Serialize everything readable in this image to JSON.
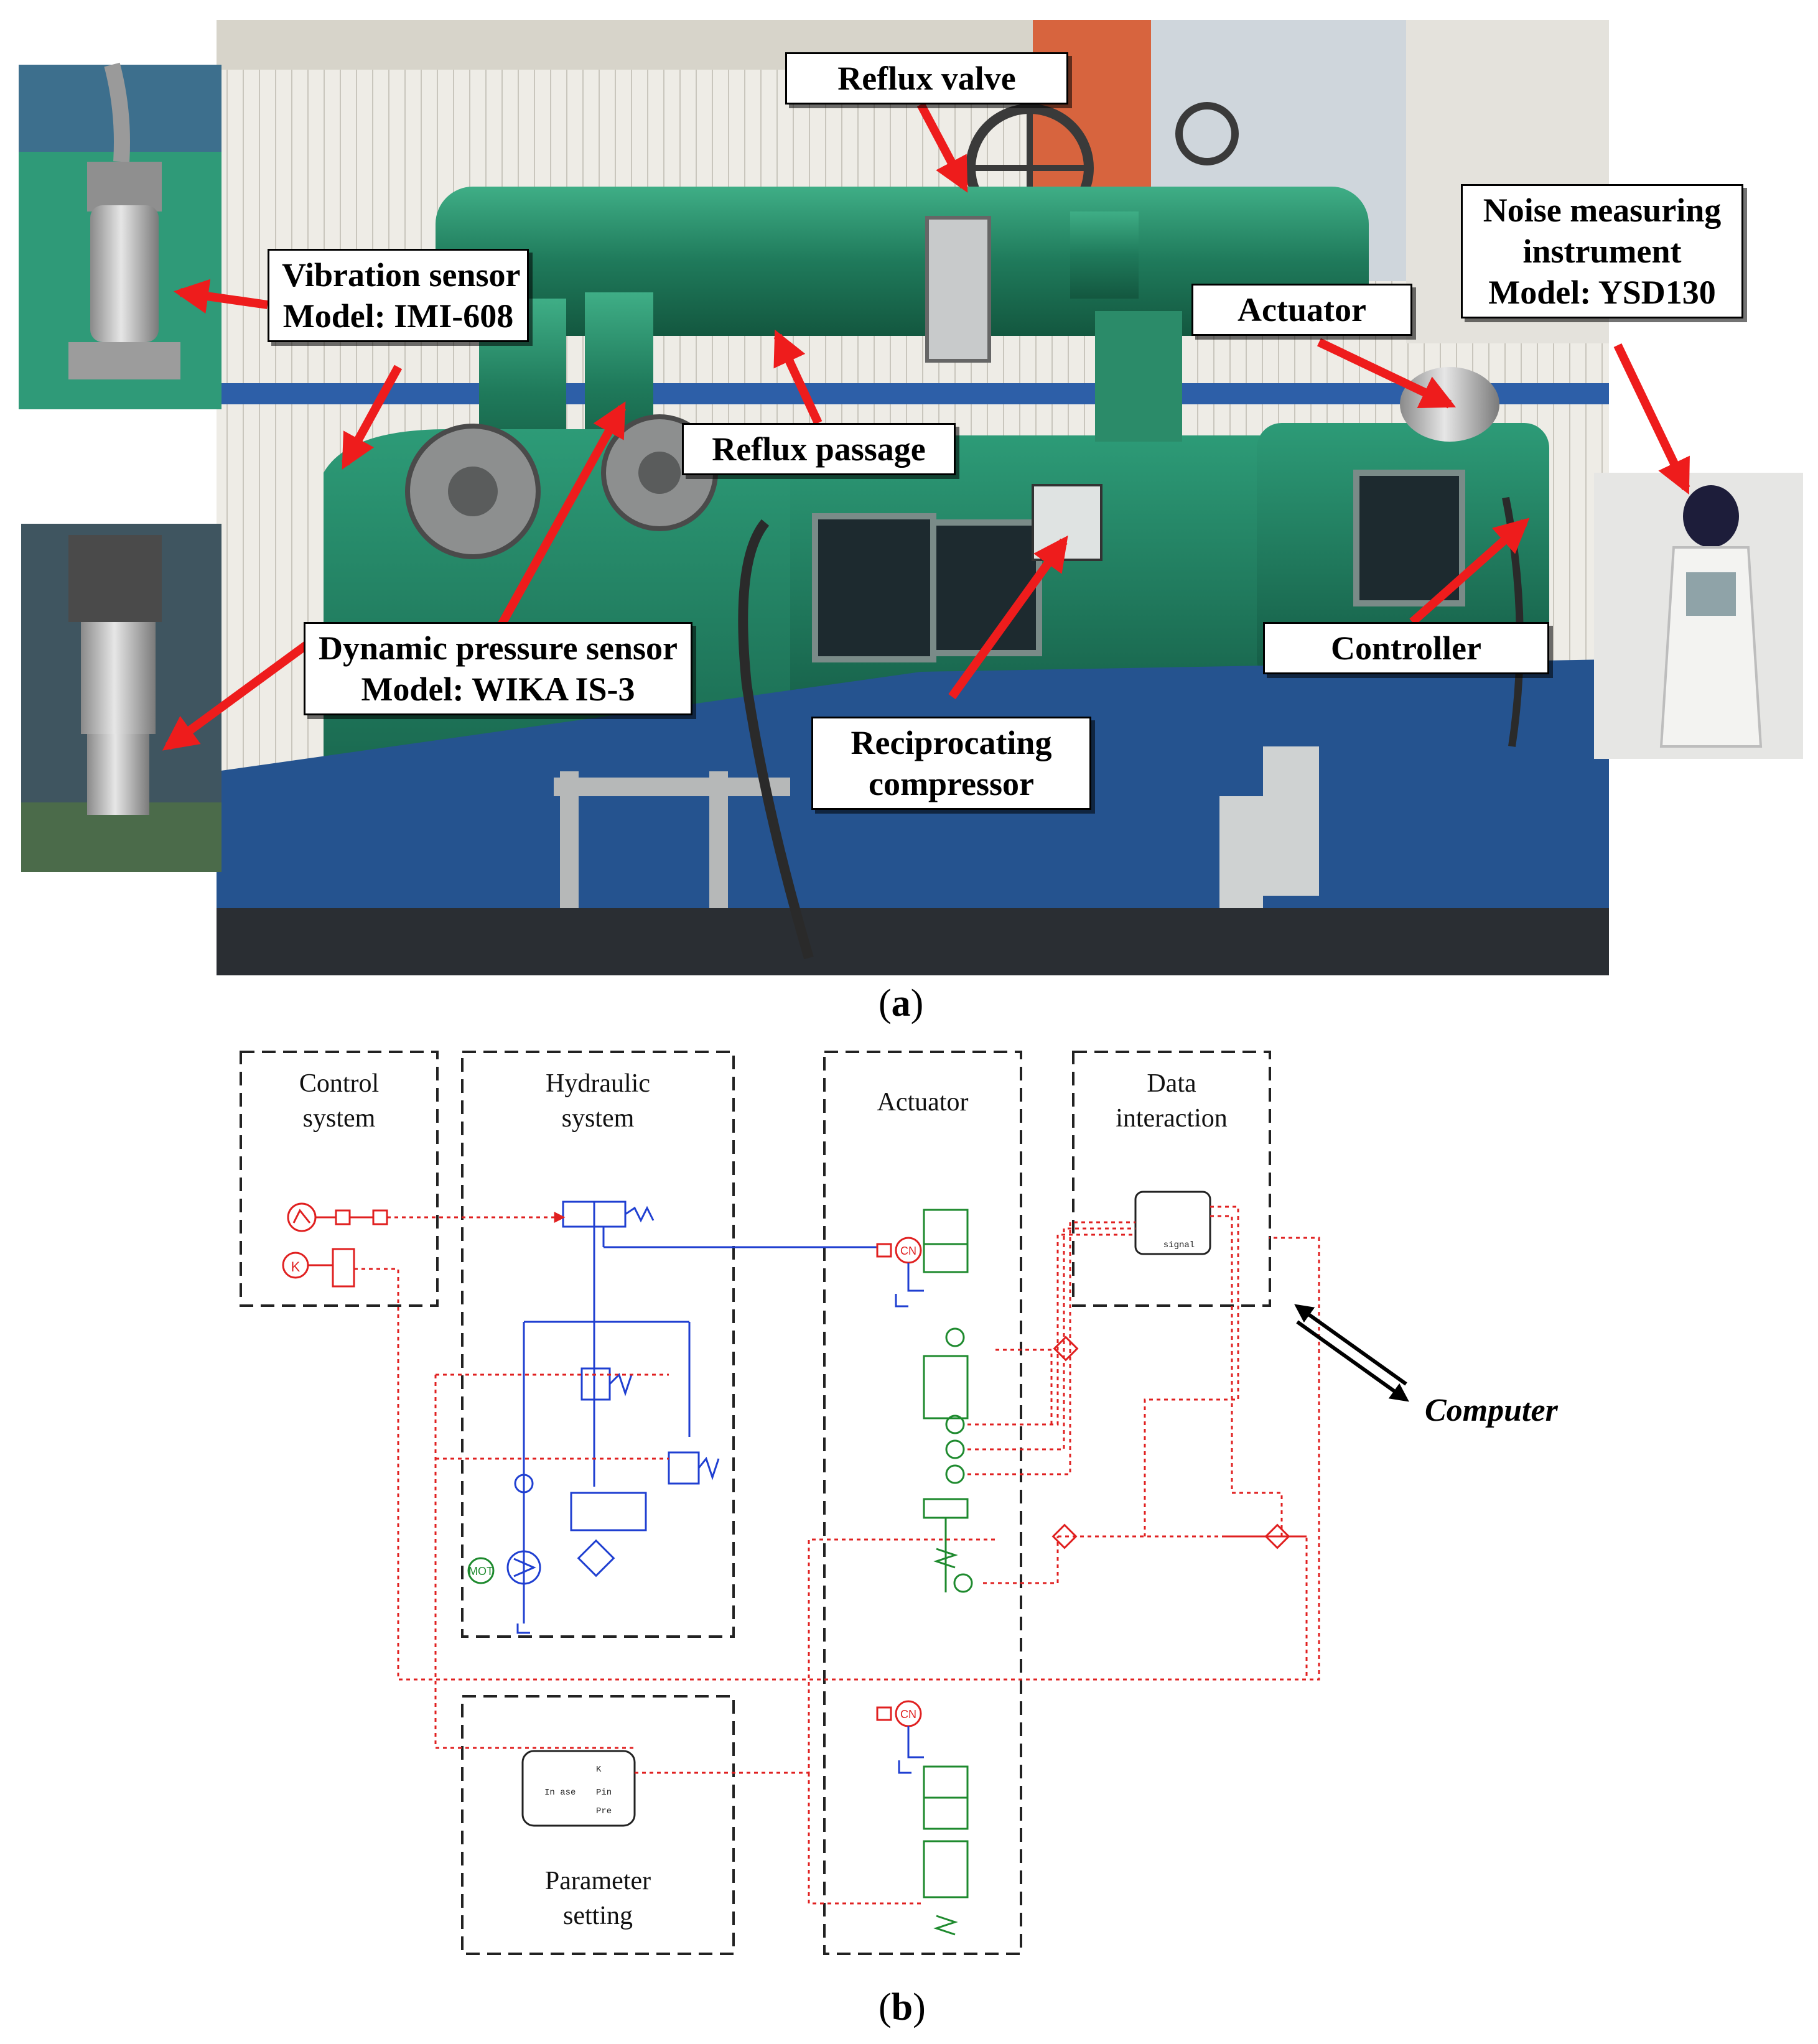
{
  "callouts": {
    "reflux_valve": "Reflux valve",
    "vibration_sensor": [
      "Vibration sensor",
      "Model: IMI-608"
    ],
    "reflux_passage": "Reflux passage",
    "actuator": "Actuator",
    "noise_instrument": [
      "Noise measuring",
      "instrument",
      "Model: YSD130"
    ],
    "dynamic_pressure": [
      "Dynamic pressure sensor",
      "Model: WIKA IS-3"
    ],
    "reciprocating": [
      "Reciprocating",
      "compressor"
    ],
    "controller": "Controller"
  },
  "panel_labels": {
    "a": "a",
    "b": "b"
  },
  "blocks": {
    "control_system": [
      "Control",
      "system"
    ],
    "hydraulic_system": [
      "Hydraulic",
      "system"
    ],
    "actuator": [
      "Actuator"
    ],
    "data_interaction": [
      "Data",
      "interaction"
    ],
    "parameter_setting": [
      "Parameter",
      "setting"
    ]
  },
  "computer_label": "Computer",
  "component_labels": {
    "param_in": "In ase",
    "param_k": "K",
    "param_pin": "Pin",
    "param_pre": "Pre",
    "signal": "signal",
    "motor": "MOT",
    "cn": "CN",
    "k": "K"
  },
  "colors": {
    "schematic_blue": "#1f3fd1",
    "signal_red": "#e02020",
    "mechanical_green": "#1e8a2e",
    "arrow_red": "#ee1c1c",
    "machine_green": "#2f8f6e"
  }
}
